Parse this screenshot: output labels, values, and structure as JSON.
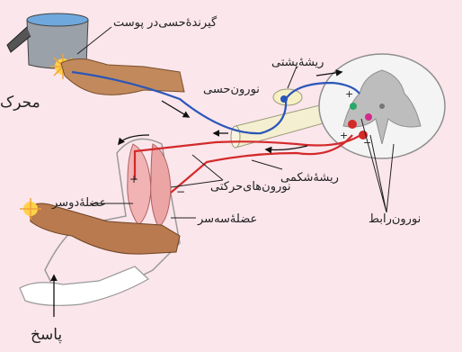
{
  "labels": {
    "skin_receptor": "گیرندهٔ‌حسی‌در پوست",
    "stimulus": "محرک",
    "sensory_neuron": "نورون‌حسی",
    "dorsal_root": "ریشهٔ‌پشتی",
    "motor_neurons": "نورون‌های‌حرکتی",
    "ventral_root": "ریشهٔ‌شکمی",
    "interneuron": "نورون‌رابط",
    "biceps": "عضلهٔ‌دوسر",
    "triceps": "عضلهٔ‌سه‌سر",
    "response": "پاسخ"
  },
  "signs": {
    "plus": "+",
    "minus": "−"
  },
  "colors": {
    "background": "#fbe6ec",
    "sensory": "#2b56b8",
    "motor": "#d42a2a",
    "muscle": "#f1b3b3",
    "spinal_gray": "#8f8f8f",
    "skin": "#b87a4e"
  }
}
